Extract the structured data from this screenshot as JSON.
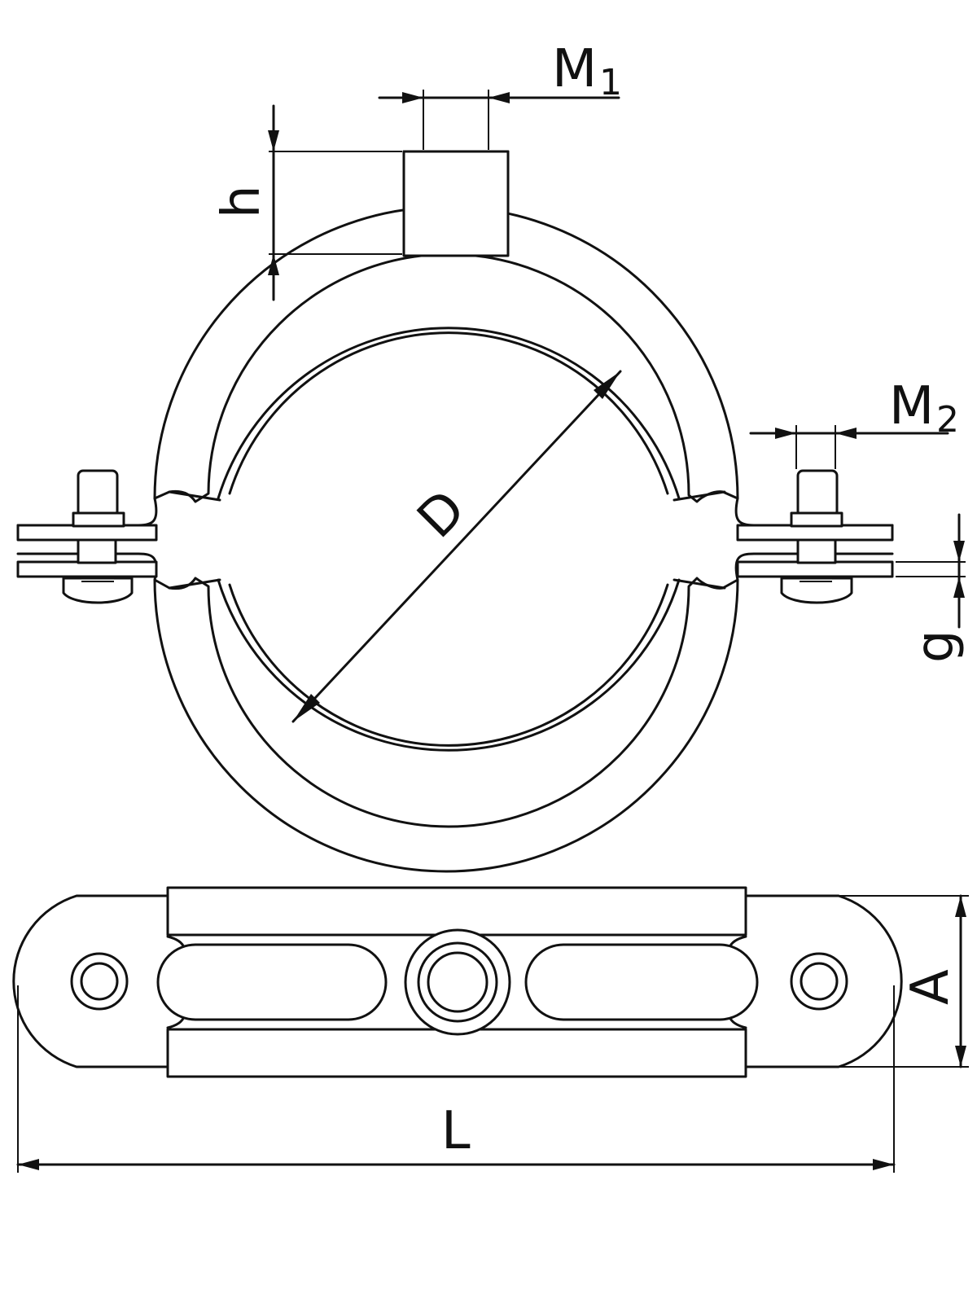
{
  "labels": {
    "m1": "M",
    "m1_sub": "1",
    "m2": "M",
    "m2_sub": "2",
    "h": "h",
    "d": "D",
    "g": "g",
    "a": "A",
    "l": "L"
  }
}
